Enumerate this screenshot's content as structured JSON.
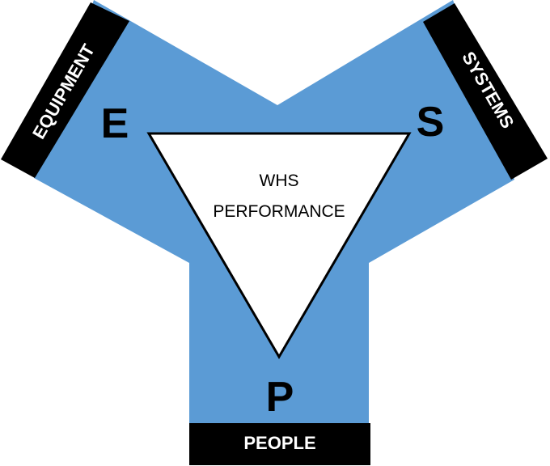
{
  "colors": {
    "arm_fill": "#5b9bd5",
    "bar_fill": "#000000",
    "bar_text": "#ffffff",
    "triangle_fill": "#ffffff",
    "triangle_stroke": "#000000"
  },
  "diagram": {
    "center": {
      "line1": "WHS",
      "line2": "PERFORMANCE"
    },
    "arms": {
      "equipment": {
        "letter": "E",
        "label": "EQUIPMENT"
      },
      "systems": {
        "letter": "S",
        "label": "SYSTEMS"
      },
      "people": {
        "letter": "P",
        "label": "PEOPLE"
      }
    }
  }
}
